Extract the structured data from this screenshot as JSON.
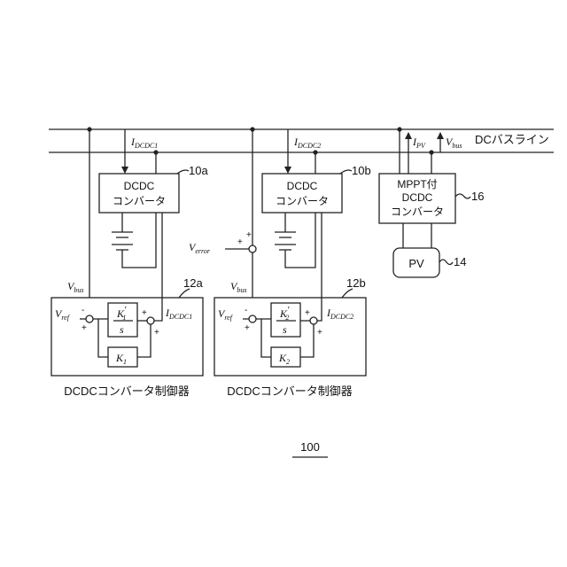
{
  "bus": {
    "label": "DCバスライン",
    "current_dcdc1": {
      "main": "I",
      "sub": "DCDC1"
    },
    "current_dcdc2": {
      "main": "I",
      "sub": "DCDC2"
    },
    "current_pv": {
      "main": "I",
      "sub": "PV"
    },
    "voltage_bus": {
      "main": "V",
      "sub": "bus"
    }
  },
  "converter_a": {
    "line1": "DCDC",
    "line2": "コンバータ",
    "ref": "10a"
  },
  "converter_b": {
    "line1": "DCDC",
    "line2": "コンバータ",
    "ref": "10b"
  },
  "mppt": {
    "line1": "MPPT付",
    "line2": "DCDC",
    "line3": "コンバータ",
    "ref": "16"
  },
  "pv": {
    "label": "PV",
    "ref": "14"
  },
  "error_input": {
    "main": "V",
    "sub": "error"
  },
  "controller_a": {
    "ref": "12a",
    "caption": "DCDCコンバータ制御器",
    "vbus": {
      "main": "V",
      "sub": "bus"
    },
    "vref": {
      "main": "V",
      "sub": "ref"
    },
    "iout": {
      "main": "I",
      "sub": "DCDC1"
    },
    "ki_num": {
      "main": "K",
      "sub": "1",
      "prime": "′"
    },
    "ki_den": "s",
    "kp": {
      "main": "K",
      "sub": "1"
    }
  },
  "controller_b": {
    "ref": "12b",
    "caption": "DCDCコンバータ制御器",
    "vbus": {
      "main": "V",
      "sub": "bus"
    },
    "vref": {
      "main": "V",
      "sub": "ref"
    },
    "iout": {
      "main": "I",
      "sub": "DCDC2"
    },
    "ki_num": {
      "main": "K",
      "sub": "2",
      "prime": "′"
    },
    "ki_den": "s",
    "kp": {
      "main": "K",
      "sub": "2"
    }
  },
  "figure_number": "100"
}
